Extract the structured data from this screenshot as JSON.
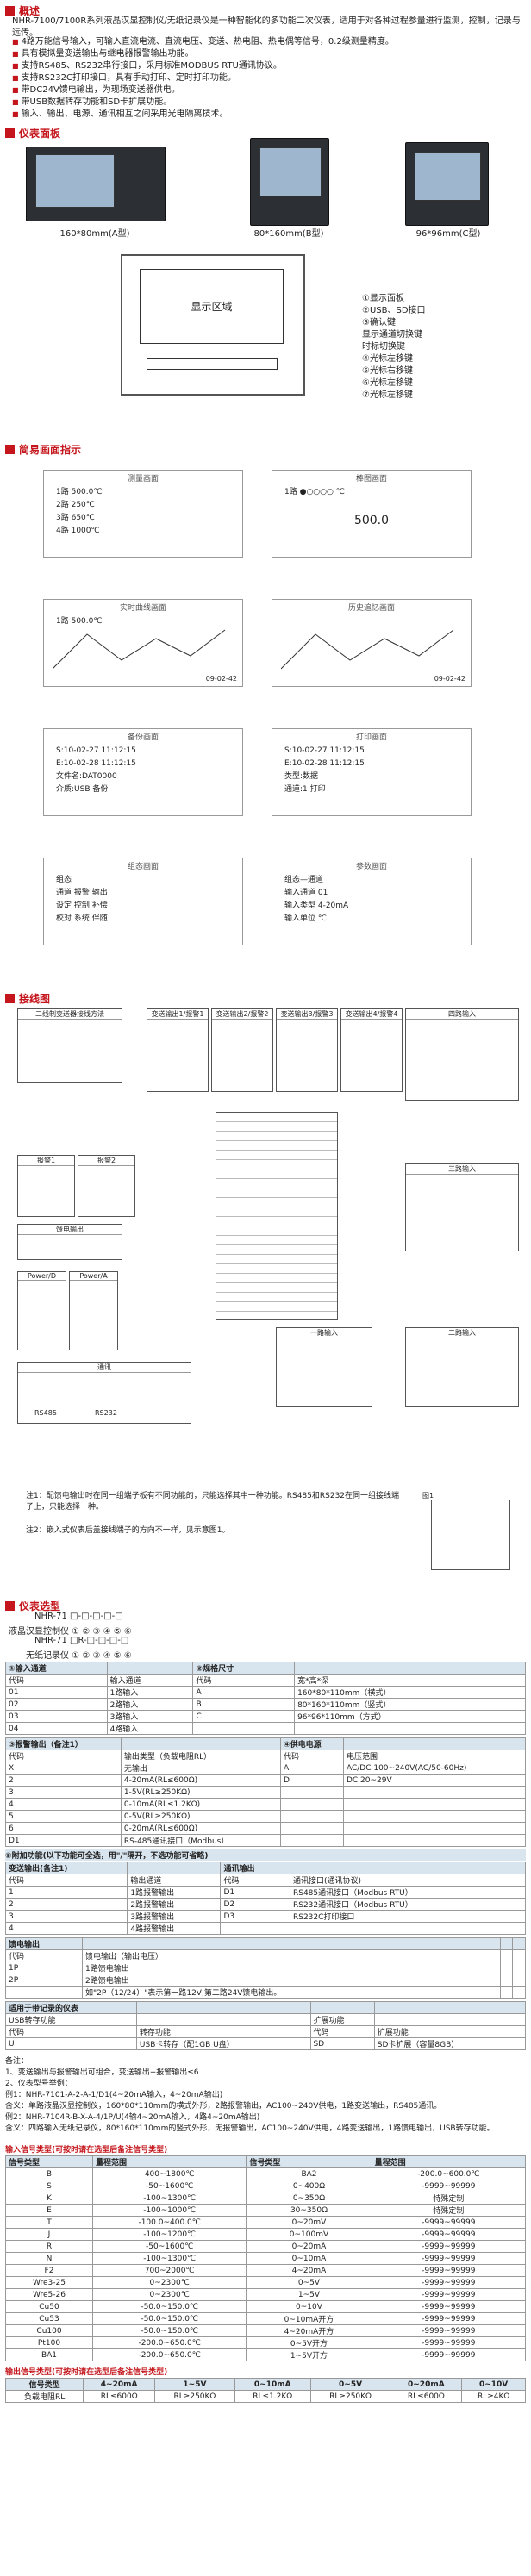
{
  "overview": {
    "title": "概述",
    "intro": "NHR-7100/7100R系列液晶汉显控制仪/无纸记录仪是一种智能化的多功能二次仪表，适用于对各种过程参量进行监测，控制，记录与远传。",
    "bullets": [
      "4路万能信号输入，可输入直流电流、直流电压、变送、热电阻、热电偶等信号，0.2级测量精度。",
      "具有模拟量变送输出与继电器报警输出功能。",
      "支持RS485、RS232串行接口，采用标准MODBUS RTU通讯协议。",
      "支持RS232C打印接口，具有手动打印、定时打印功能。",
      "带DC24V馈电输出，为现场变送器供电。",
      "带USB数据转存功能和SD卡扩展功能。",
      "输入、输出、电源、通讯相互之间采用光电隔离技术。"
    ]
  },
  "panel": {
    "title": "仪表面板",
    "cap_a": "160*80mm(A型)",
    "cap_b": "80*160mm(B型)",
    "cap_c": "96*96mm(C型)",
    "display_area": "显示区域",
    "legend": [
      "①显示面板",
      "②USB、SD接口",
      "③确认键",
      "显示通道切换键",
      "时标切换键",
      "④光标左移键",
      "⑤光标右移键",
      "⑥光标左移键",
      "⑦光标左移键"
    ]
  },
  "screens": {
    "title": "简易画面指示",
    "s1": {
      "t": "测量画面",
      "rows": [
        "1路       500.0℃",
        "2路       250℃",
        "3路       650℃",
        "4路       1000℃"
      ]
    },
    "s2": {
      "t": "棒图画面",
      "row": "1路 ●○○○○          ℃",
      "val": "500.0"
    },
    "s3": {
      "t": "实时曲线画面",
      "h": "1路     500.0℃",
      "d": "09-02-42"
    },
    "s4": {
      "t": "历史追忆画面",
      "d": "09-02-42"
    },
    "s5": {
      "t": "备份画面",
      "rows": [
        "S:10-02-27 11:12:15",
        "E:10-02-28 11:12:15",
        "文件名:DAT0000",
        "介质:USB            备份"
      ]
    },
    "s6": {
      "t": "打印画面",
      "rows": [
        "S:10-02-27 11:12:15",
        "E:10-02-28 11:12:15",
        "类型:数据",
        "通道:1           打印"
      ]
    },
    "s7": {
      "t": "组态画面",
      "rows": [
        "组态",
        "通道   报警   输出",
        "设定   控制   补偿",
        "校对   系统   伴随"
      ]
    },
    "s8": {
      "t": "参数画面",
      "rows": [
        "组态—通道",
        "输入通道        01",
        "输入类型   4-20mA",
        "输入单位           ℃"
      ]
    }
  },
  "wiring": {
    "title": "接线图",
    "labels": [
      "二线制变送器接线方法",
      "变送输出1/报警1",
      "变送输出2/报警2",
      "变送输出3/报警3",
      "变送输出4/报警4",
      "四路输入",
      "报警1",
      "报警2",
      "三路输入",
      "馈电输出",
      "Power/D",
      "Power/A",
      "一路输入",
      "二路输入",
      "通讯",
      "RS485",
      "RS232",
      "图1"
    ],
    "note1": "注1：配馈电输出时在同一组端子板有不同功能的，只能选择其中一种功能。RS485和RS232在同一组接线端子上，只能选择一种。",
    "note2": "注2：嵌入式仪表后盖接线端子的方向不一样，见示意图1。"
  },
  "model": {
    "title": "仪表选型",
    "code": "NHR-71 □-□-□-□-□",
    "code2": "NHR-71 □R-□-□-□-□",
    "l1": "液晶汉显控制仪 ① ② ③ ④ ⑤ ⑥",
    "l2": "无纸记录仪 ① ② ③ ④ ⑤ ⑥"
  },
  "sel": {
    "t1": [
      [
        "①输入通道",
        "",
        "②规格尺寸",
        ""
      ],
      [
        "代码",
        "输入通道",
        "代码",
        "宽*高*深"
      ],
      [
        "01",
        "1路输入",
        "A",
        "160*80*110mm（横式）"
      ],
      [
        "02",
        "2路输入",
        "B",
        "80*160*110mm（竖式）"
      ],
      [
        "03",
        "3路输入",
        "C",
        "96*96*110mm（方式）"
      ],
      [
        "04",
        "4路输入",
        "",
        ""
      ]
    ],
    "t2": [
      [
        "③报警输出（备注1）",
        "",
        "④供电电源",
        ""
      ],
      [
        "代码",
        "输出类型（负载电阻RL）",
        "代码",
        "电压范围"
      ],
      [
        "X",
        "无输出",
        "A",
        "AC/DC 100~240V(AC/50-60Hz)"
      ],
      [
        "2",
        "4-20mA(RL≤600Ω)",
        "D",
        "DC 20~29V"
      ],
      [
        "3",
        "1-5V(RL≥250KΩ)",
        "",
        ""
      ],
      [
        "4",
        "0-10mA(RL≤1.2KΩ)",
        "",
        ""
      ],
      [
        "5",
        "0-5V(RL≥250KΩ)",
        "",
        ""
      ],
      [
        "6",
        "0-20mA(RL≤600Ω)",
        "",
        ""
      ],
      [
        "D1",
        "RS-485通讯接口（Modbus）",
        "",
        ""
      ]
    ],
    "t3h": "⑤附加功能(以下功能可全选，用\"/\"隔开，不选功能可省略)",
    "t3": [
      [
        "变送输出(备注1)",
        "",
        "通讯输出",
        ""
      ],
      [
        "代码",
        "输出通道",
        "代码",
        "通讯接口(通讯协议)"
      ],
      [
        "1",
        "1路报警输出",
        "D1",
        "RS485通讯接口（Modbus RTU）"
      ],
      [
        "2",
        "2路报警输出",
        "D2",
        "RS232通讯接口（Modbus RTU）"
      ],
      [
        "3",
        "3路报警输出",
        "D3",
        "RS232C打印接口"
      ],
      [
        "4",
        "4路报警输出",
        "",
        ""
      ]
    ],
    "t4": [
      [
        "馈电输出",
        "",
        "",
        ""
      ],
      [
        "代码",
        "馈电输出（输出电压）",
        "",
        ""
      ],
      [
        "1P",
        "1路馈电输出",
        "",
        ""
      ],
      [
        "2P",
        "2路馈电输出",
        "",
        ""
      ],
      [
        "",
        "如\"2P（12/24）\"表示第一路12V,第二路24V馈电输出。",
        "",
        ""
      ]
    ],
    "t5": [
      [
        "适用于带记录的仪表",
        "",
        "",
        ""
      ],
      [
        "USB转存功能",
        "",
        "扩展功能",
        ""
      ],
      [
        "代码",
        "转存功能",
        "代码",
        "扩展功能"
      ],
      [
        "U",
        "USB卡转存（配1GB U盘）",
        "SD",
        "SD卡扩展（容量8GB）"
      ]
    ]
  },
  "notes": [
    "备注：",
    "1、变送输出与报警输出可组合，变送输出+报警输出≤6",
    "2、仪表型号举例：",
    "例1：NHR-7101-A-2-A-1/D1(4~20mA输入，4~20mA输出)",
    "含义：单路液晶汉显控制仪，160*80*110mm的横式外形，2路报警输出，AC100~240V供电，1路变送输出，RS485通讯。",
    "例2：NHR-7104R-B-X-A-4/1P/U(4输4~20mA输入，4路4~20mA输出)",
    "含义：四路输入无纸记录仪，80*160*110mm的竖式外形，无报警输出，AC100~240V供电，4路变送输出，1路馈电输出，USB转存功能。"
  ],
  "input_table": {
    "header": "输入信号类型(可按时请在选型后备注信号类型)",
    "cols": [
      "信号类型",
      "量程范围",
      "信号类型",
      "量程范围"
    ],
    "rows": [
      [
        "B",
        "400~1800℃",
        "BA2",
        "-200.0~600.0℃"
      ],
      [
        "S",
        "-50~1600℃",
        "0~400Ω",
        "-9999~99999"
      ],
      [
        "K",
        "-100~1300℃",
        "0~350Ω",
        "特殊定制"
      ],
      [
        "E",
        "-100~1000℃",
        "30~350Ω",
        "特殊定制"
      ],
      [
        "T",
        "-100.0~400.0℃",
        "0~20mV",
        "-9999~99999"
      ],
      [
        "J",
        "-100~1200℃",
        "0~100mV",
        "-9999~99999"
      ],
      [
        "R",
        "-50~1600℃",
        "0~20mA",
        "-9999~99999"
      ],
      [
        "N",
        "-100~1300℃",
        "0~10mA",
        "-9999~99999"
      ],
      [
        "F2",
        "700~2000℃",
        "4~20mA",
        "-9999~99999"
      ],
      [
        "Wre3-25",
        "0~2300℃",
        "0~5V",
        "-9999~99999"
      ],
      [
        "Wre5-26",
        "0~2300℃",
        "1~5V",
        "-9999~99999"
      ],
      [
        "Cu50",
        "-50.0~150.0℃",
        "0~10V",
        "-9999~99999"
      ],
      [
        "Cu53",
        "-50.0~150.0℃",
        "0~10mA开方",
        "-9999~99999"
      ],
      [
        "Cu100",
        "-50.0~150.0℃",
        "4~20mA开方",
        "-9999~99999"
      ],
      [
        "Pt100",
        "-200.0~650.0℃",
        "0~5V开方",
        "-9999~99999"
      ],
      [
        "BA1",
        "-200.0~650.0℃",
        "1~5V开方",
        "-9999~99999"
      ]
    ]
  },
  "output_table": {
    "header": "输出信号类型(可按时请在选型后备注信号类型)",
    "rows": [
      [
        "信号类型",
        "4~20mA",
        "1~5V",
        "0~10mA",
        "0~5V",
        "0~20mA",
        "0~10V"
      ],
      [
        "负载电阻RL",
        "RL≤600Ω",
        "RL≥250KΩ",
        "RL≤1.2KΩ",
        "RL≥250KΩ",
        "RL≤600Ω",
        "RL≥4KΩ"
      ]
    ]
  }
}
